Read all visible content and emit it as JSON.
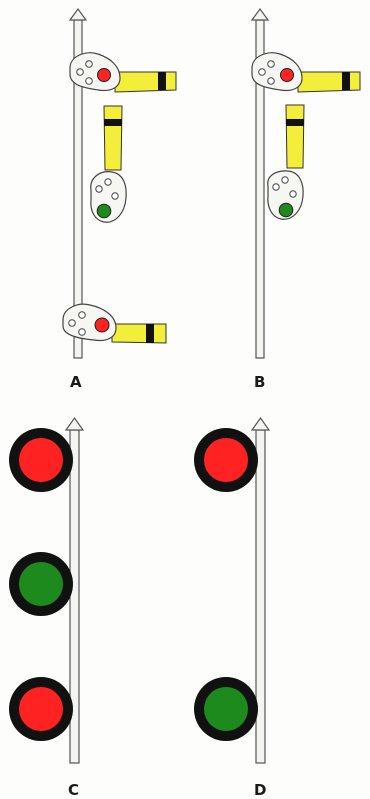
{
  "colors": {
    "post_fill": "#f4f4f0",
    "post_stroke": "#555555",
    "arm_yellow": "#f3ee3a",
    "arm_band": "#111111",
    "spectacle_fill": "#f6f6f2",
    "lamp_red": "#ff2222",
    "lamp_green": "#1d8a1d",
    "lamp_rim": "#111111"
  },
  "panels": [
    {
      "label": "A",
      "type": "semaphore-signal",
      "arms": [
        {
          "role": "top",
          "orientation": "horizontal",
          "lamp": "red",
          "lamp_icon": "red-lamp-icon"
        },
        {
          "role": "middle",
          "orientation": "vertical-down",
          "lamp": "green",
          "lamp_icon": "green-lamp-icon"
        },
        {
          "role": "bottom",
          "orientation": "horizontal",
          "lamp": "red",
          "lamp_icon": "red-lamp-icon"
        }
      ]
    },
    {
      "label": "B",
      "type": "semaphore-signal",
      "arms": [
        {
          "role": "top",
          "orientation": "horizontal",
          "lamp": "red",
          "lamp_icon": "red-lamp-icon"
        },
        {
          "role": "middle",
          "orientation": "vertical-down",
          "lamp": "green",
          "lamp_icon": "green-lamp-icon"
        }
      ]
    },
    {
      "label": "C",
      "type": "colour-light-signal",
      "lamps": [
        "red",
        "green",
        "red"
      ]
    },
    {
      "label": "D",
      "type": "colour-light-signal",
      "lamps": [
        "red",
        "green"
      ]
    }
  ]
}
